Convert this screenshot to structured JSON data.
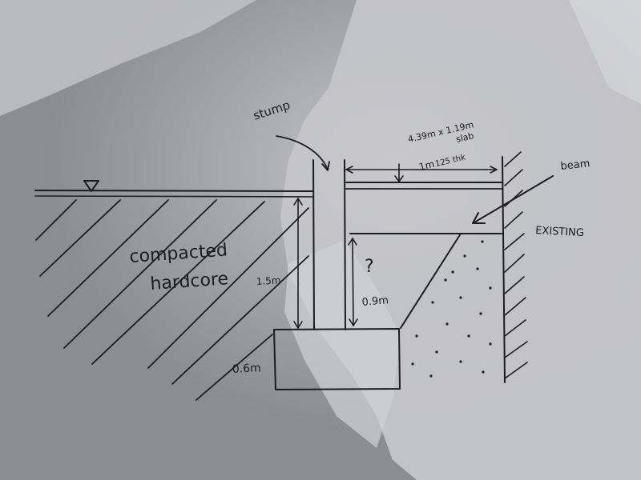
{
  "labels": {
    "stump": "stump",
    "slab_size": "4.39m x 1.19m",
    "slab": "slab",
    "slab_span": "1m",
    "slab_thickness": "125 thk",
    "beam": "beam",
    "existing": "EXISTING",
    "fill_line1": "compacted",
    "fill_line2": "hardcore",
    "fill_depth": "1.5m",
    "question": "?",
    "gap_depth": "0.9m",
    "footing_width": "0.6m"
  }
}
